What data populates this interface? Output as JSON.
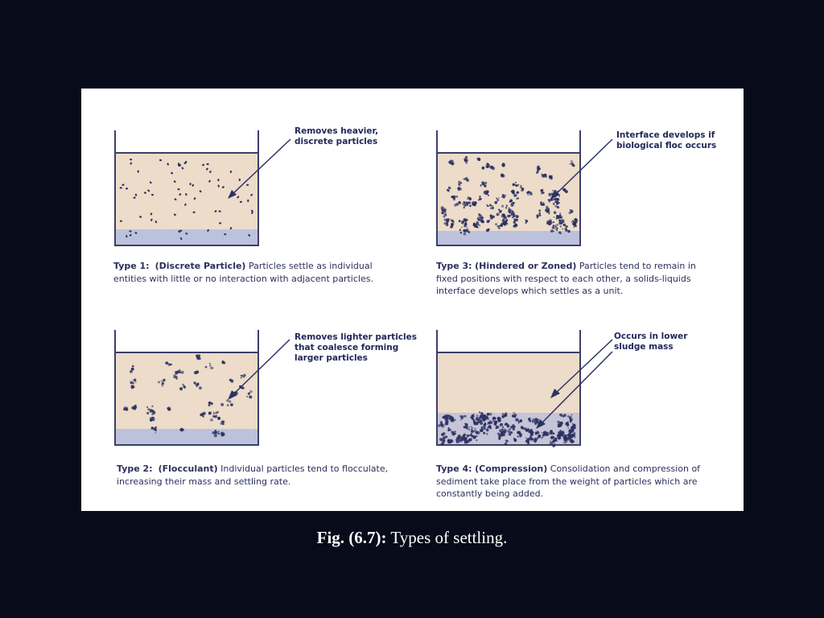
{
  "figure": {
    "panels": [
      {
        "id": "type1",
        "callout": "Removes heavier,\ndiscrete particles",
        "type_label": "Type 1:",
        "type_name": "(Discrete Particle)",
        "description": "Particles settle as individual entities with little or no interaction with adjacent particles."
      },
      {
        "id": "type2",
        "callout": "Removes lighter particles\nthat coalesce forming\nlarger particles",
        "type_label": "Type 2:",
        "type_name": "(Flocculant)",
        "description": "Individual particles tend to flocculate, increasing their mass and settling rate."
      },
      {
        "id": "type3",
        "callout": "Interface develops if\nbiological floc occurs",
        "type_label": "Type 3:",
        "type_name": "(Hindered or Zoned)",
        "description": "Particles tend to remain in fixed positions with respect to each other, a solids-liquids interface develops which settles as a unit."
      },
      {
        "id": "type4",
        "callout": "Occurs in lower\nsludge mass",
        "type_label": "Type 4:",
        "type_name": "(Compression)",
        "description": "Consolidation and compression of sediment take place from the weight of particles which are constantly being added."
      }
    ],
    "colors": {
      "liquid": "#ecdcc9",
      "sludge": "#bdc2dc",
      "outline": "#3a3f6a",
      "particle": "#2c3262",
      "text": "#2b2f5c",
      "background": "#070b1a"
    }
  },
  "caption": {
    "label": "Fig. (6.7):",
    "text": "Types of settling."
  }
}
